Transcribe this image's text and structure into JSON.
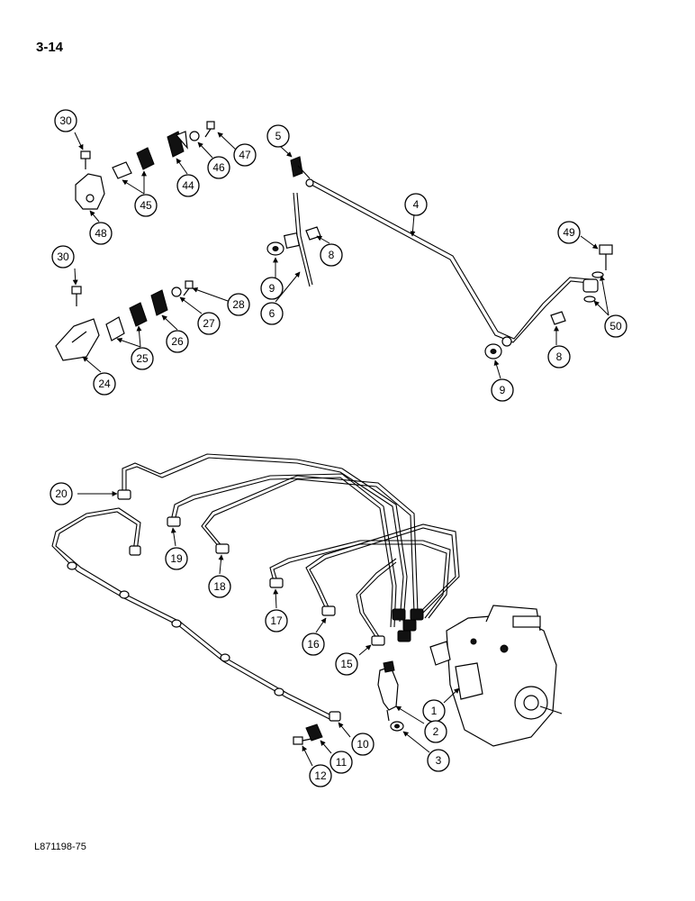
{
  "page": {
    "number": "3-14",
    "figure_code": "L871198-75"
  },
  "callouts": [
    "30",
    "47",
    "46",
    "44",
    "45",
    "48",
    "5",
    "4",
    "8",
    "49",
    "9",
    "6",
    "50",
    "30",
    "28",
    "27",
    "26",
    "25",
    "24",
    "8",
    "9",
    "20",
    "19",
    "18",
    "17",
    "16",
    "15",
    "1",
    "2",
    "3",
    "10",
    "11",
    "12"
  ],
  "colors": {
    "ink": "#000000",
    "paper": "#ffffff"
  }
}
